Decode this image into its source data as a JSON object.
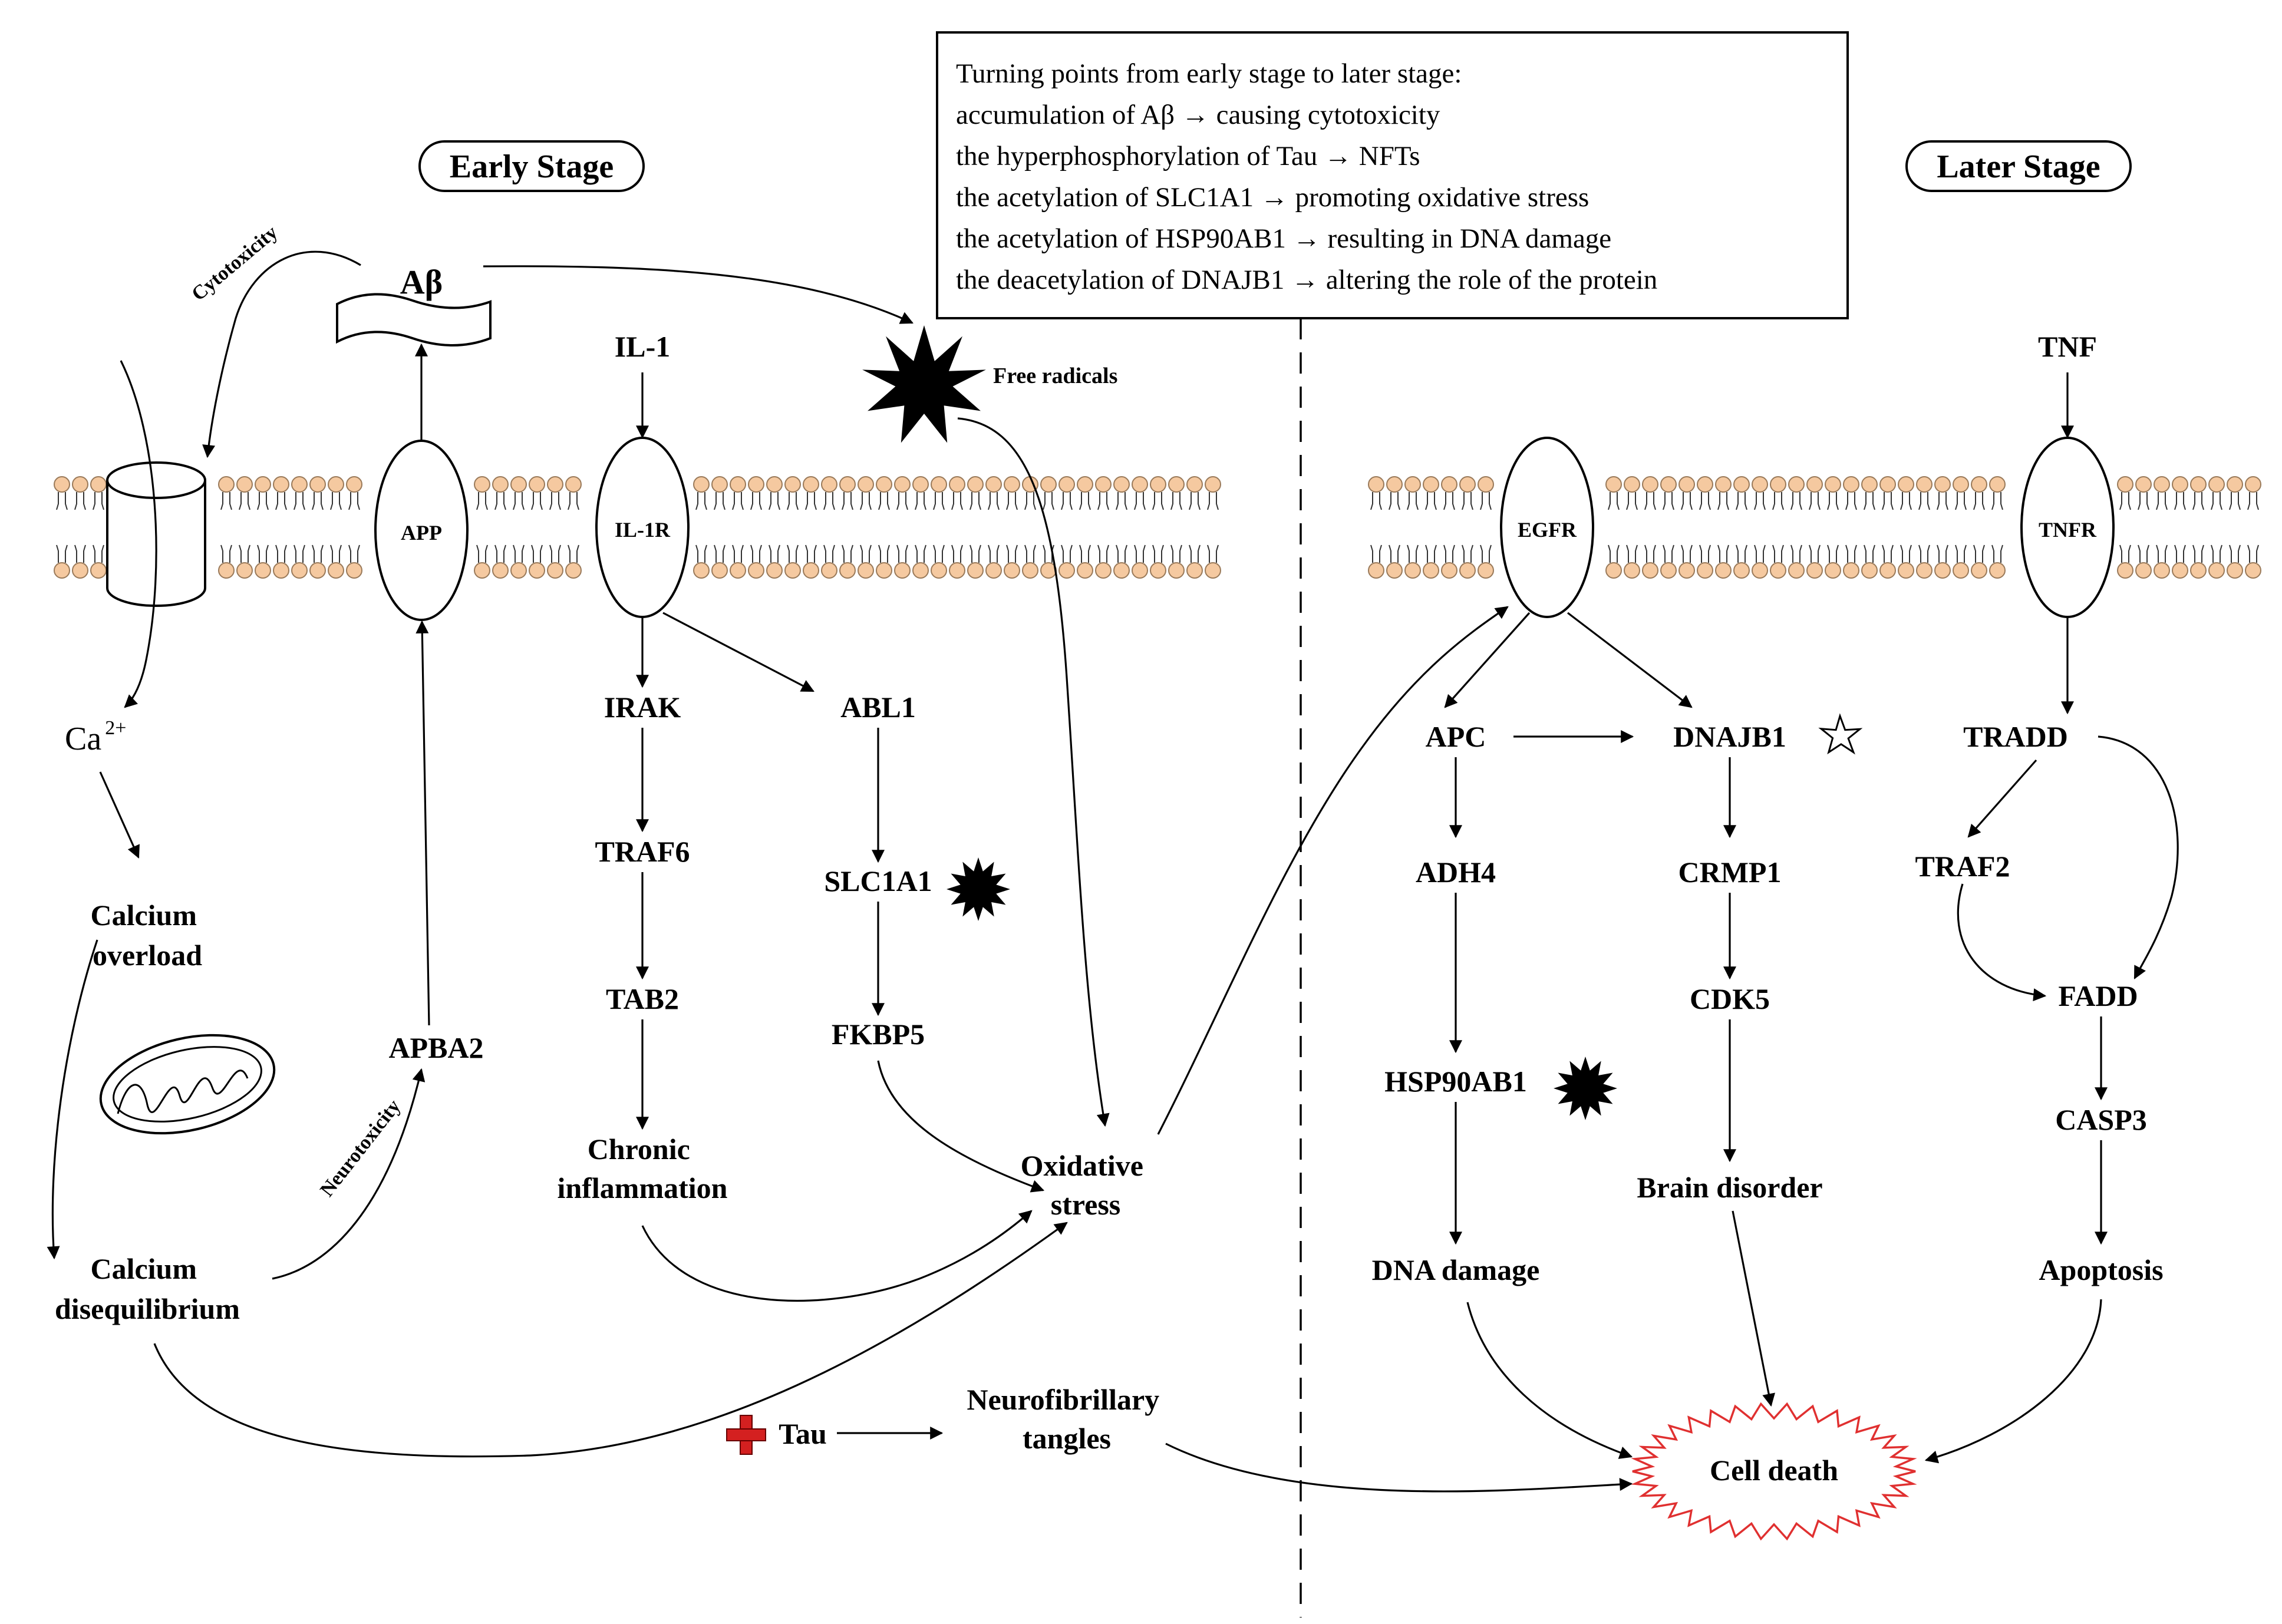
{
  "stages": {
    "early": "Early Stage",
    "later": "Later Stage"
  },
  "info_box": {
    "lines": [
      "Turning points from early stage to later stage:",
      "accumulation of Aβ → causing cytotoxicity",
      "the hyperphosphorylation of Tau → NFTs",
      "the acetylation of SLC1A1 → promoting oxidative stress",
      "the acetylation of HSP90AB1 → resulting in DNA damage",
      "the deacetylation of DNAJB1 → altering the role of the protein"
    ]
  },
  "receptors": {
    "app": "APP",
    "il1r": "IL-1R",
    "egfr": "EGFR",
    "tnfr": "TNFR"
  },
  "ligands": {
    "abeta": "Aβ",
    "il1": "IL-1",
    "tnf": "TNF",
    "free_radicals": "Free radicals"
  },
  "ion": {
    "ca": "Ca",
    "ca_sup": "2+"
  },
  "side_labels": {
    "cytotoxicity": "Cytotoxicity",
    "neurotoxicity": "Neurotoxicity"
  },
  "nodes": {
    "calcium_overload": [
      "Calcium",
      "overload"
    ],
    "calcium_diseq": [
      "Calcium",
      "disequilibrium"
    ],
    "apba2": "APBA2",
    "irak": "IRAK",
    "traf6": "TRAF6",
    "tab2": "TAB2",
    "chronic_infl": [
      "Chronic",
      "inflammation"
    ],
    "abl1": "ABL1",
    "slc1a1": "SLC1A1",
    "fkbp5": "FKBP5",
    "oxidative_stress": [
      "Oxidative",
      "stress"
    ],
    "tau": "Tau",
    "nft": [
      "Neurofibrillary",
      "tangles"
    ],
    "apc": "APC",
    "adh4": "ADH4",
    "hsp90ab1": "HSP90AB1",
    "dna_damage": "DNA damage",
    "dnajb1": "DNAJB1",
    "crmp1": "CRMP1",
    "cdk5": "CDK5",
    "brain_disorder": "Brain disorder",
    "tradd": "TRADD",
    "traf2": "TRAF2",
    "fadd": "FADD",
    "casp3": "CASP3",
    "apoptosis": "Apoptosis",
    "cell_death": "Cell death"
  },
  "colors": {
    "lipid_head": "#f5c9a0",
    "lipid_edge": "#9a7a5a",
    "cell_death_outline": "#e03030",
    "plus_sign": "#d42020"
  }
}
